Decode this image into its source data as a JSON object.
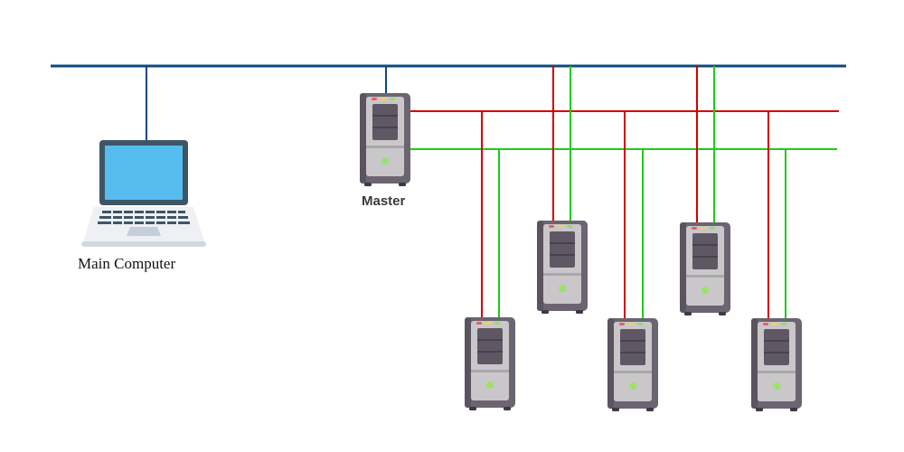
{
  "title": "Master-slave server network topology",
  "colors": {
    "bus": "#0d4a80",
    "red_line": "#d40000",
    "green_line": "#1ccc1c",
    "server_body": "#6b6471",
    "server_front": "#c9c7ca",
    "laptop_screen": "#56bdf0",
    "laptop_frame": "#3e5566"
  },
  "nodes": {
    "main_computer": {
      "label": "Main Computer",
      "type": "laptop"
    },
    "master": {
      "label": "Master",
      "type": "server"
    },
    "slaves": [
      {
        "id": "slave-1",
        "type": "server"
      },
      {
        "id": "slave-2",
        "type": "server"
      },
      {
        "id": "slave-3",
        "type": "server"
      },
      {
        "id": "slave-4",
        "type": "server"
      },
      {
        "id": "slave-5",
        "type": "server"
      },
      {
        "id": "slave-6",
        "type": "server"
      }
    ]
  },
  "connections": {
    "bus": "main network bus (blue)",
    "red": "red link line from master to slaves",
    "green": "green link line from master to slaves"
  }
}
